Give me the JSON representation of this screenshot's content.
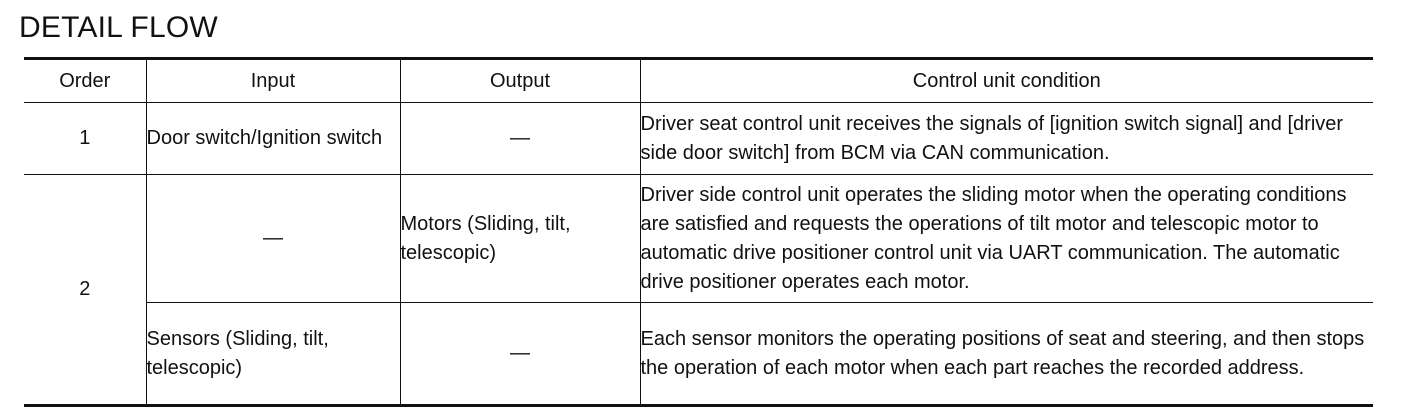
{
  "title": "DETAIL FLOW",
  "table": {
    "headers": [
      "Order",
      "Input",
      "Output",
      "Control unit condition"
    ],
    "rows": [
      {
        "order": "1",
        "input": "Door switch/Ignition switch",
        "output": "—",
        "condition": "Driver seat control unit receives the signals of [ignition switch signal] and [driver side door switch] from BCM via CAN communication."
      },
      {
        "order": "2",
        "input": "—",
        "output": "Motors (Sliding, tilt, telescopic)",
        "condition": "Driver side control unit operates the sliding motor when the operating conditions are satisfied and requests the operations of tilt motor and telescopic motor to automatic drive positioner control unit via UART communication. The automatic drive positioner operates each motor."
      },
      {
        "input": "Sensors (Sliding, tilt, telescopic)",
        "output": "—",
        "condition": "Each sensor monitors the operating positions of seat and steering, and then stops the operation of each motor when each part reaches the recorded address."
      }
    ]
  }
}
